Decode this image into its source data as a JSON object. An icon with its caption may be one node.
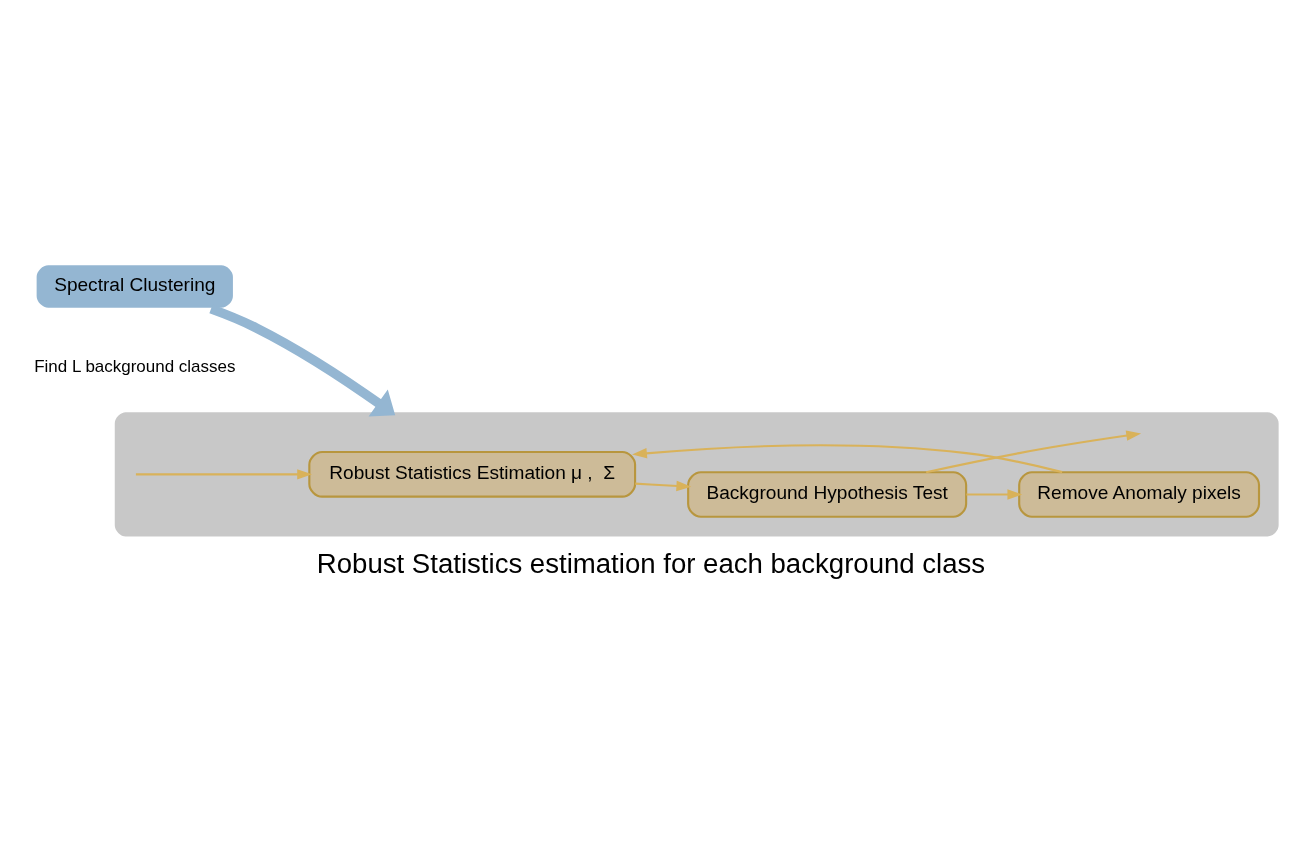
{
  "diagram": {
    "caption": "Robust Statistics estimation for each background class",
    "nodes": [
      {
        "text": [
          "Spectral Clustering"
        ],
        "beside": [
          "Find L background classes"
        ]
      },
      {
        "text": [],
        "shape": "box"
      },
      {
        "text": [
          "Robust Statistics Estimation μ ,  Σ"
        ],
        "in": 1
      },
      {
        "text": [
          "Background Hypothesis Test"
        ],
        "in": 1
      },
      {
        "text": [
          "Remove Anomaly pixels"
        ],
        "in": 1
      }
    ],
    "edges": [
      {
        "from": 0,
        "to": 1,
        "arrow": "to",
        "style": "thick",
        "color": "#94b6d2"
      },
      {
        "from": null,
        "to": 2,
        "arrow": "to"
      },
      {
        "from": 2,
        "to": 3,
        "arrow": "to"
      },
      {
        "from": 3,
        "to": null,
        "arrow": "to"
      },
      {
        "from": 3,
        "to": 4,
        "arrow": "to"
      },
      {
        "from": 4,
        "to": 2,
        "arrow": "to"
      }
    ]
  }
}
